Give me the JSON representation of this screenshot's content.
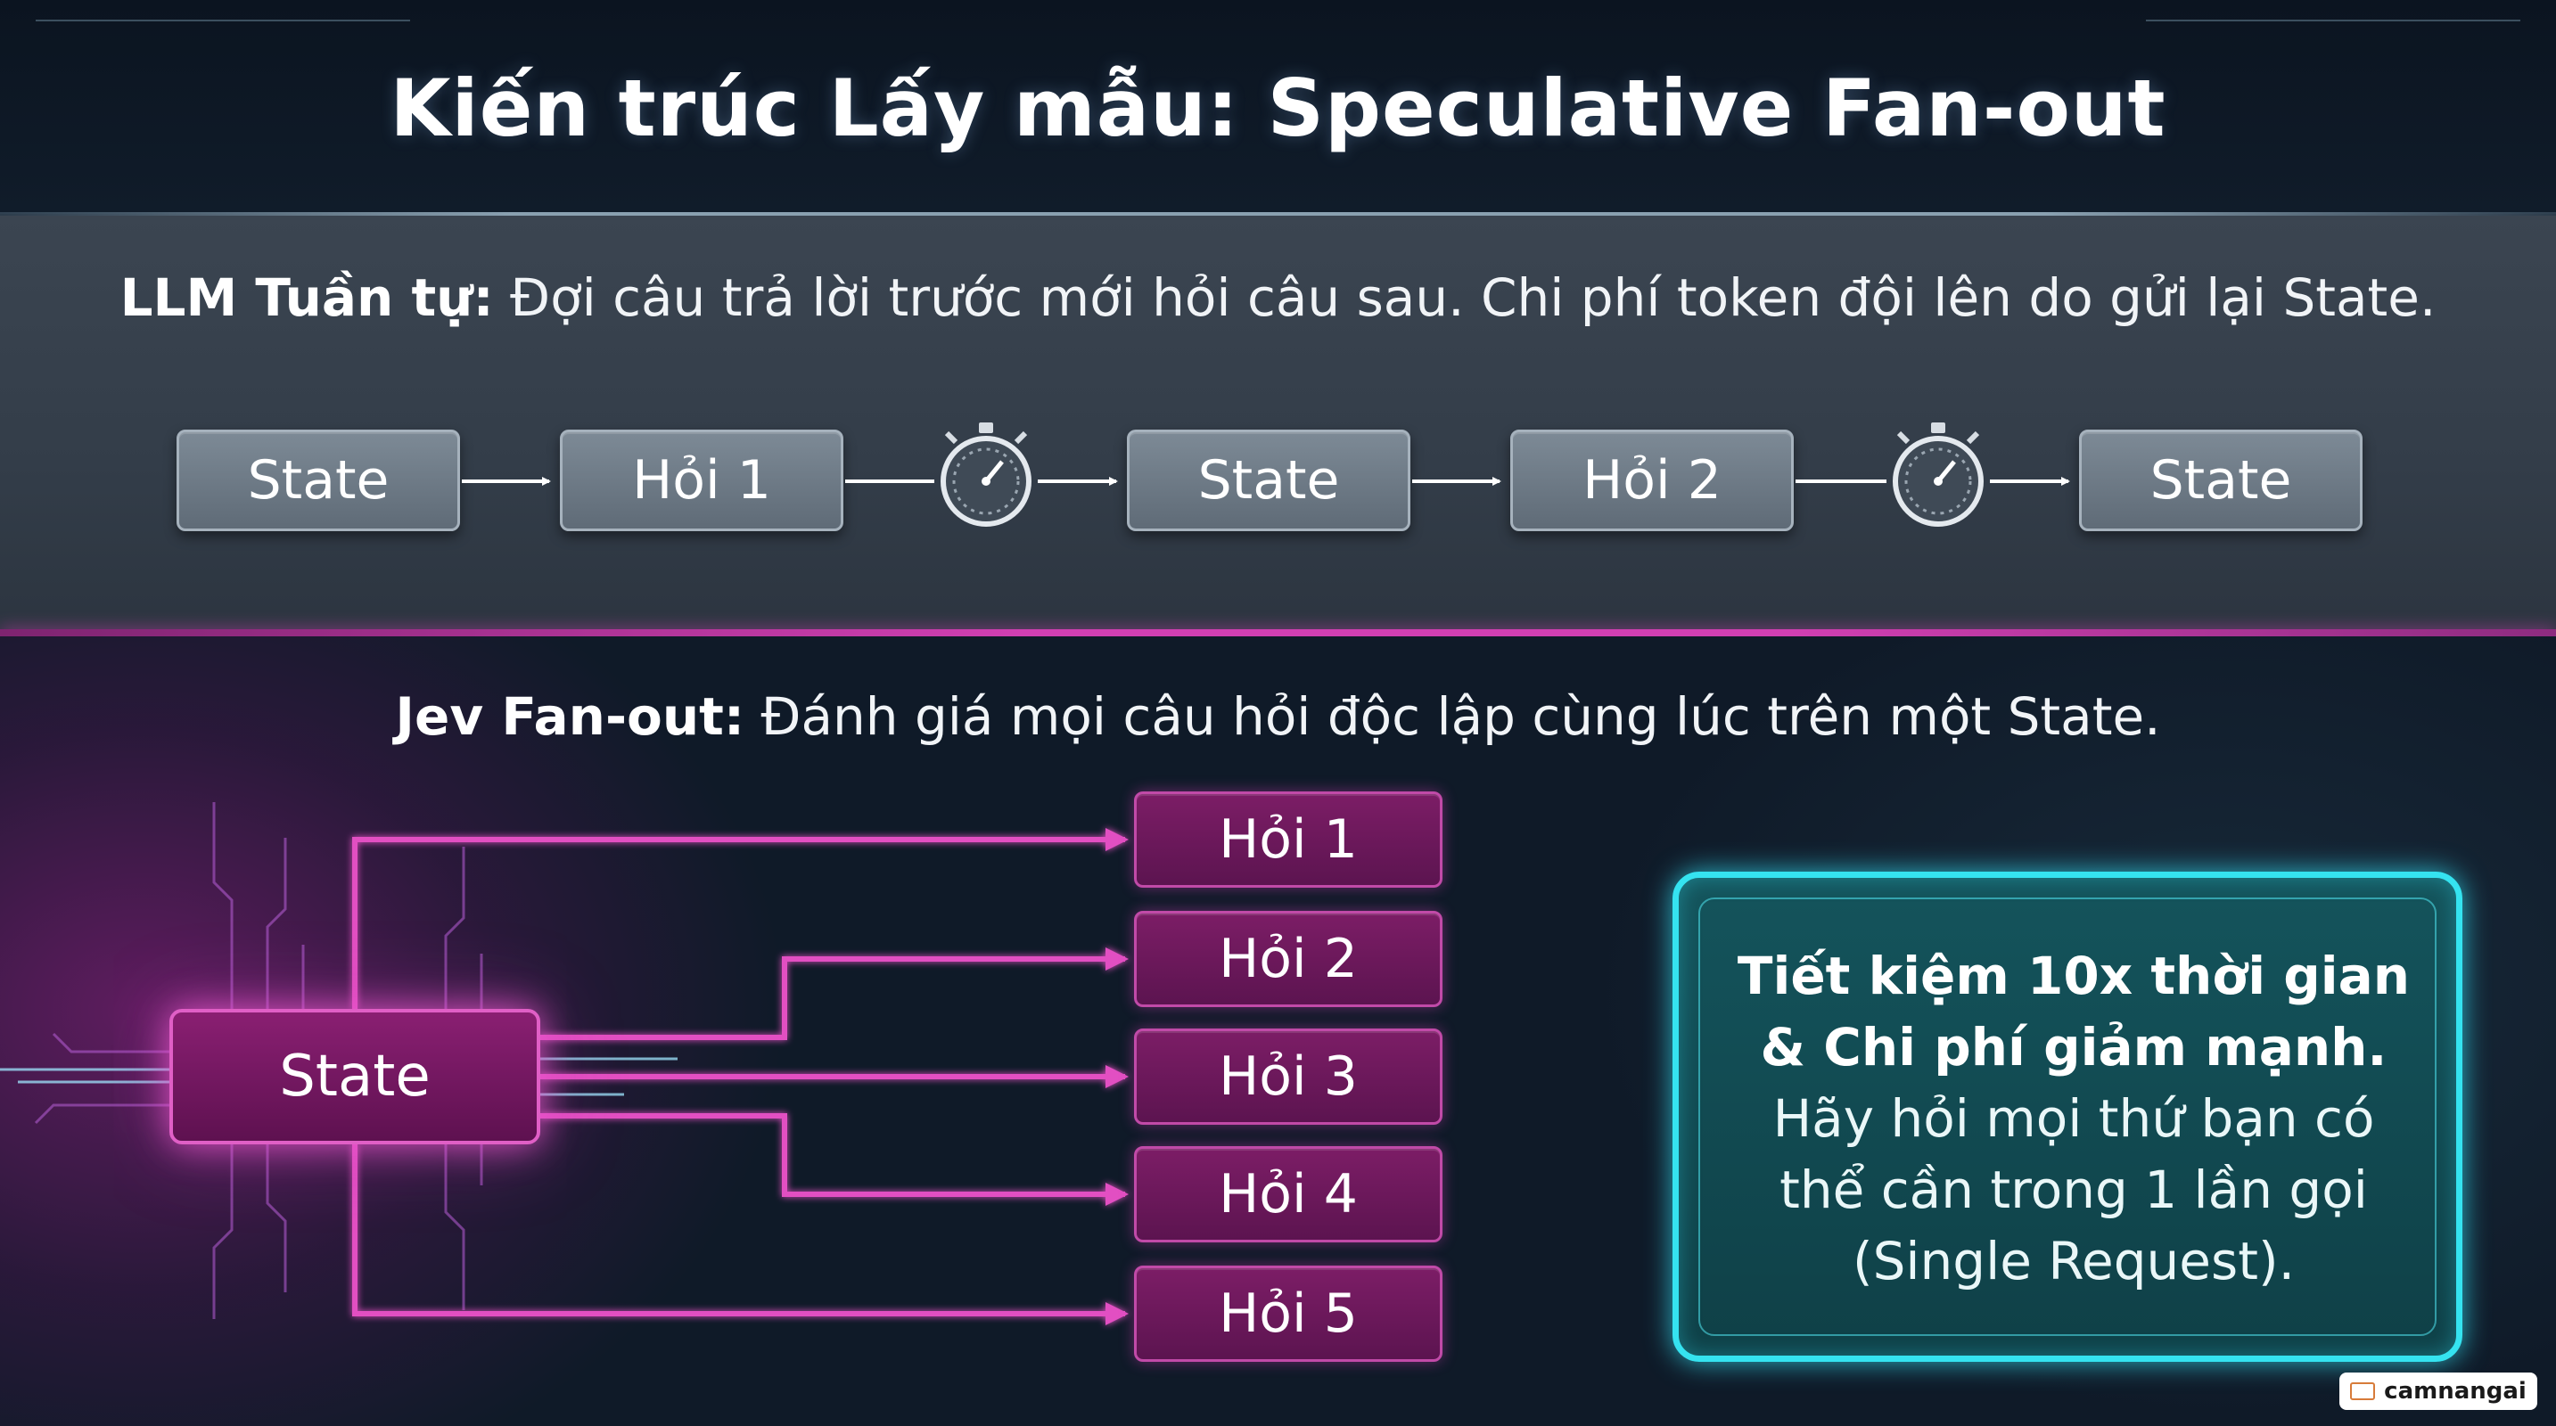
{
  "title": "Kiến trúc Lấy mẫu: Speculative Fan-out",
  "sequential": {
    "caption_bold": "LLM Tuần tự:",
    "caption_rest": " Đợi câu trả lời trước mới hỏi câu sau. Chi phí token đội lên do gửi lại State.",
    "steps": [
      "State",
      "Hỏi 1",
      "State",
      "Hỏi 2",
      "State"
    ],
    "wait_icon": "stopwatch-icon"
  },
  "fanout": {
    "caption_bold": "Jev Fan-out:",
    "caption_rest": " Đánh giá mọi câu hỏi độc lập cùng lúc trên một State.",
    "source": "State",
    "targets": [
      "Hỏi 1",
      "Hỏi 2",
      "Hỏi 3",
      "Hỏi 4",
      "Hỏi 5"
    ]
  },
  "callout": {
    "line1": "Tiết kiệm 10x thời gian",
    "line2": "& Chi phí giảm mạnh.",
    "line3": "Hãy hỏi mọi thứ bạn có",
    "line4": "thể cần trong 1 lần gọi",
    "line5": "(Single Request)."
  },
  "watermark": "camnangai",
  "colors": {
    "accent_magenta": "#d13fb2",
    "accent_cyan": "#35e3f0",
    "gray_box": "#6b7783"
  }
}
